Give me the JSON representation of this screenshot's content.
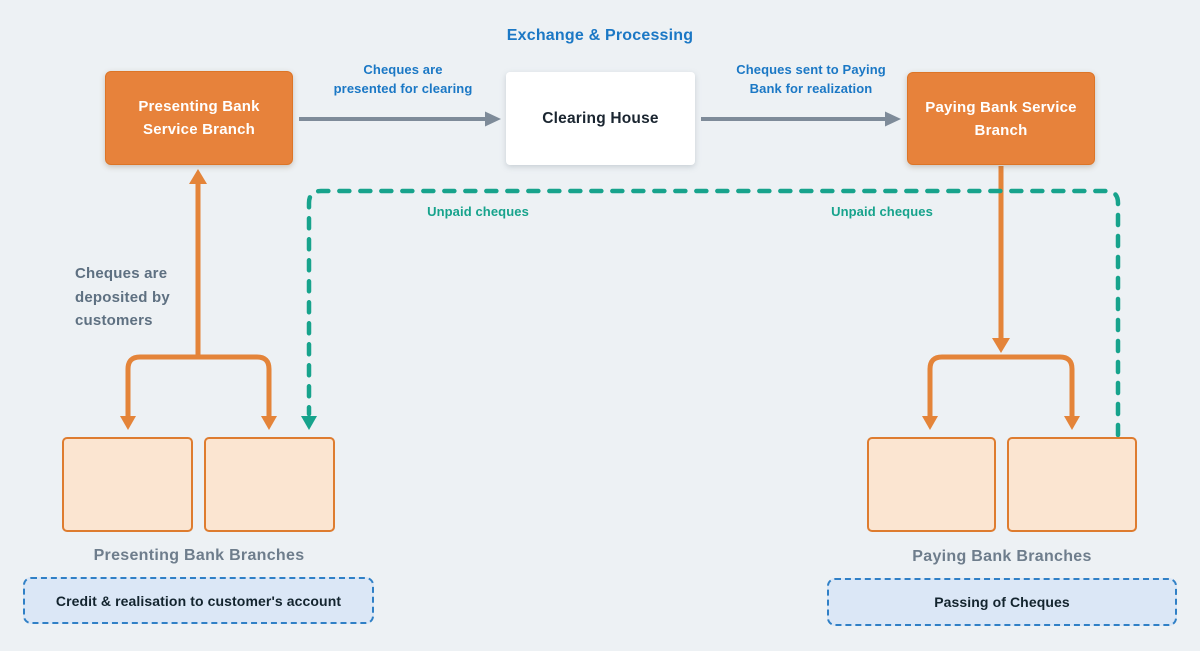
{
  "title": "Exchange & Processing",
  "nodes": {
    "presenting_bank": [
      "Presenting Bank",
      "Service Branch"
    ],
    "clearing_house": [
      "Clearing House"
    ],
    "paying_bank": [
      "Paying Bank Service",
      "Branch"
    ]
  },
  "edge_labels": {
    "presented_for_clearing": [
      "Cheques are",
      "presented for clearing"
    ],
    "sent_for_realization": [
      "Cheques sent to Paying",
      "Bank for realization"
    ],
    "unpaid_left": "Unpaid cheques",
    "unpaid_right": "Unpaid cheques",
    "deposited_by_customers": [
      "Cheques are",
      "deposited by",
      "customers"
    ]
  },
  "branch_captions": {
    "presenting": "Presenting Bank Branches",
    "paying": "Paying Bank Branches"
  },
  "callouts": {
    "credit": "Credit & realisation to customer's account",
    "passing": "Passing of Cheques"
  },
  "colors": {
    "background": "#EDF1F4",
    "node_orange": "#E7823B",
    "branch_fill": "#FBE5D1",
    "branch_border": "#DE7C2F",
    "flow_arrow_gray": "#7E8B99",
    "connector_orange": "#E48439",
    "unpaid_teal": "#17A38C",
    "label_blue": "#1B78C5",
    "text_gray": "#5E7081",
    "callout_fill": "#DBE7F6",
    "callout_border": "#3080C6"
  }
}
